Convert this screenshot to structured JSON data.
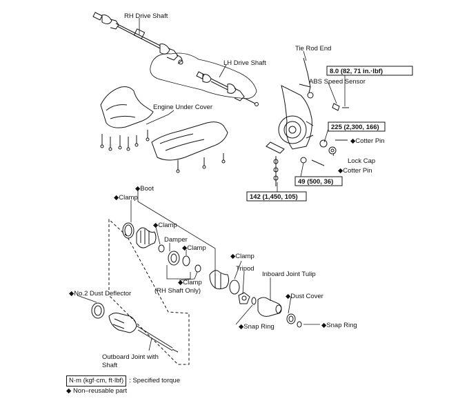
{
  "diagram": {
    "labels": {
      "rh_drive_shaft": "RH Drive Shaft",
      "lh_drive_shaft": "LH Drive Shaft",
      "engine_under_cover": "Engine Under Cover",
      "tie_rod_end": "Tie Rod End",
      "abs_speed_sensor": "ABS Speed Sensor",
      "cotter_pin_upper": "◆Cotter Pin",
      "lock_cap": "Lock Cap",
      "cotter_pin_lower": "◆Cotter Pin",
      "boot": "◆Boot",
      "clamp_1": "◆Clamp",
      "clamp_2": "◆Clamp",
      "damper": "Damper",
      "clamp_3": "◆Clamp",
      "clamp_4": "◆Clamp",
      "rh_shaft_only": "(RH Shaft Only)",
      "clamp_5": "◆Clamp",
      "tripod": "Tripod",
      "inboard_joint_tulip": "Inboard Joint Tulip",
      "dust_cover": "◆Dust Cover",
      "no2_dust_deflector": "◆No.2 Dust Deflector",
      "snap_ring_1": "◆Snap Ring",
      "snap_ring_2": "◆Snap Ring",
      "outboard_joint_line1": "Outboard Joint with",
      "outboard_joint_line2": "Shaft"
    },
    "torques": {
      "abs_sensor": "8.0 (82, 71 in.·lbf)",
      "hub_nut": "225 (2,300, 166)",
      "ball_joint": "49 (500, 36)",
      "lower_arm": "142 (1,450, 105)"
    }
  },
  "legend": {
    "torque_unit": "N·m (kgf·cm, ft·lbf)",
    "torque_desc": ": Specified torque",
    "non_reusable": "◆ Non–reusable part"
  }
}
